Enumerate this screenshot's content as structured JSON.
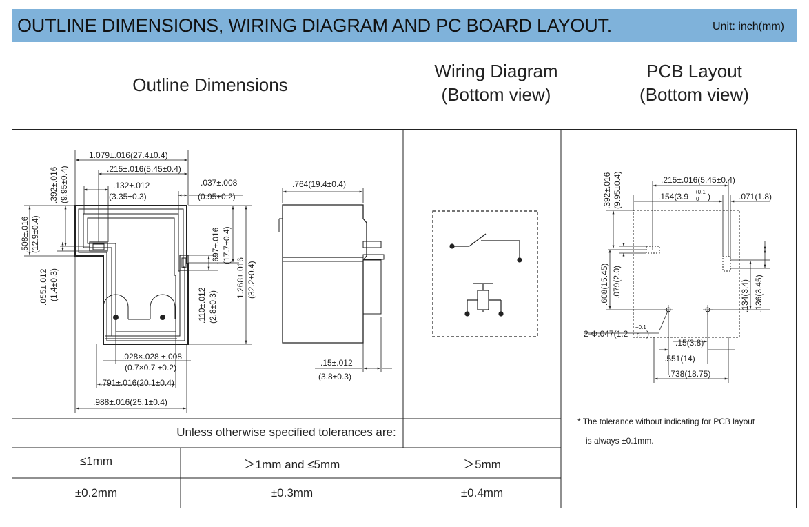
{
  "banner": {
    "title": "OUTLINE DIMENSIONS, WIRING DIAGRAM AND PC BOARD LAYOUT.",
    "unit": "Unit: inch(mm)"
  },
  "sections": {
    "outline": "Outline Dimensions",
    "wiring_line1": "Wiring Diagram",
    "wiring_line2": "(Bottom view)",
    "pcb_line1": "PCB Layout",
    "pcb_line2": "(Bottom view)"
  },
  "outline_dims": {
    "d1079": "1.079±.016(27.4±0.4)",
    "d215": ".215±.016(5.45±0.4)",
    "d132": ".132±.012",
    "d132mm": "(3.35±0.3)",
    "d037": ".037±.008",
    "d037mm": "(0.95±0.2)",
    "d392": ".392±.016",
    "d392mm": "(9.95±0.4)",
    "d508": ".508±.016",
    "d508mm": "(12.9±0.4)",
    "d055": ".055±.012",
    "d055mm": "(1.4±0.3)",
    "d697": ".697±.016",
    "d697mm": "(17.7±0.4)",
    "d110": ".110±.012",
    "d110mm": "(2.8±0.3)",
    "d1268": "1.268±.016",
    "d1268mm": "(32.2±0.4)",
    "d764": ".764(19.4±0.4)",
    "d028": ".028×.028 ±.008",
    "d028mm": "(0.7×0.7 ±0.2)",
    "d791": ".791±.016(20.1±0.4)",
    "d988": ".988±.016(25.1±0.4)",
    "d15": ".15±.012",
    "d15mm": "(3.8±0.3)"
  },
  "pcb_dims": {
    "d392": ".392±.016",
    "d392mm": "(9.95±0.4)",
    "d215": ".215±.016(5.45±0.4)",
    "d154": ".154(3.9",
    "d154sup": "+0.1",
    "d154sub": "0",
    "d154end": ")",
    "d071": ".071(1.8)",
    "d608": ".608(15.45)",
    "d079": ".079(2.0)",
    "d134": ".134(3.4)",
    "d136": ".136(3.45)",
    "hole": "2-Φ.047(1.2",
    "hole_sup": "+0.1",
    "hole_sub": "0",
    "hole_end": ")",
    "d15": ".15(3.8)",
    "d551": ".551(14)",
    "d738": ".738(18.75)"
  },
  "tolerance": {
    "caption": "Unless otherwise specified tolerances are:",
    "ranges": [
      "≤1mm",
      "＞1mm and ≤5mm",
      "＞5mm"
    ],
    "values": [
      "±0.2mm",
      "±0.3mm",
      "±0.4mm"
    ]
  },
  "pcb_note": {
    "line1": "* The tolerance without indicating for PCB layout",
    "line2": "is always ±0.1mm."
  },
  "colors": {
    "banner_bg": "#7fb2da"
  }
}
